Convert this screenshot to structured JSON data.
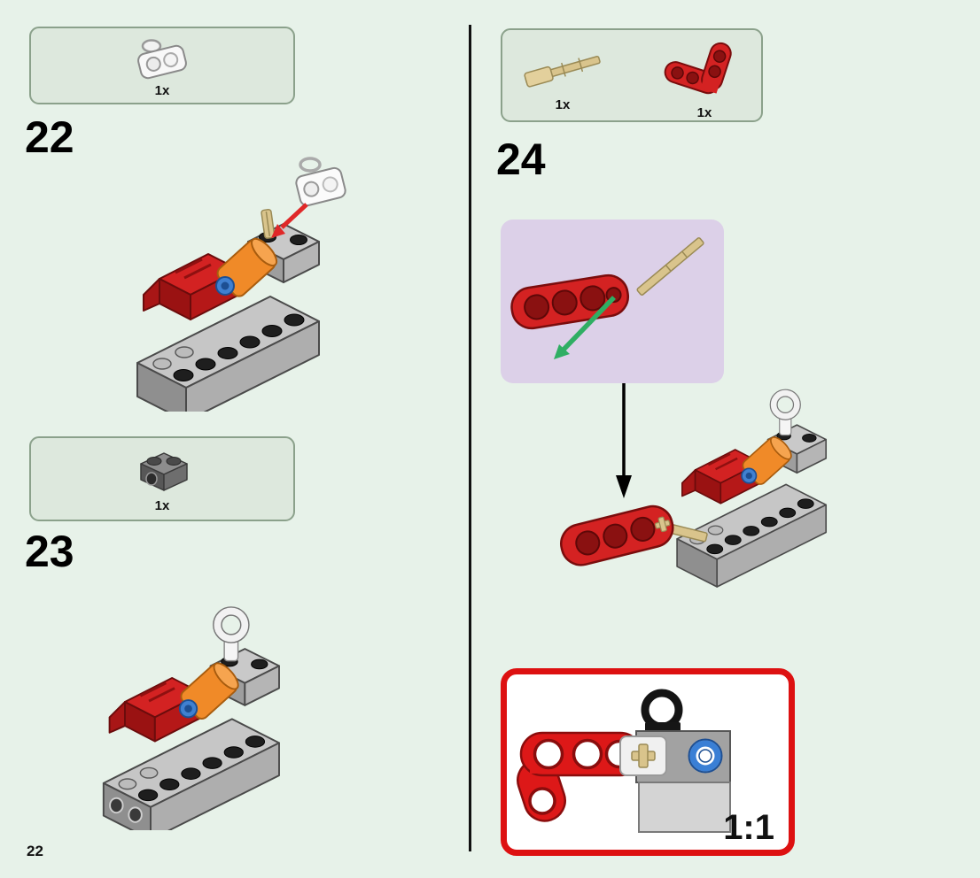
{
  "page_number": "22",
  "steps": [
    {
      "number": "22",
      "parts": [
        {
          "count": "1x",
          "name": "white-pin-connector-plate"
        }
      ]
    },
    {
      "number": "23",
      "parts": [
        {
          "count": "1x",
          "name": "dark-gray-technic-brick-1x2"
        }
      ]
    },
    {
      "number": "24",
      "parts": [
        {
          "count": "1x",
          "name": "tan-axle-3"
        },
        {
          "count": "1x",
          "name": "red-angular-beam"
        }
      ]
    }
  ],
  "scale_callout": {
    "label": "1:1"
  },
  "colors": {
    "page_background": "#e7f2e9",
    "part_box_fill": "#dde8dd",
    "part_box_border": "#8ba18b",
    "purple_inset_fill": "#dcd0e8",
    "callout_border_red": "#dd1111",
    "brick_gray": "#c6c6c6",
    "brick_red": "#d42222",
    "piece_orange": "#f08a28",
    "pin_blue": "#4080d0",
    "axle_tan": "#d9c48c",
    "arrow_red": "#e02828",
    "arrow_green": "#2fae63",
    "arrow_black": "#000000"
  }
}
